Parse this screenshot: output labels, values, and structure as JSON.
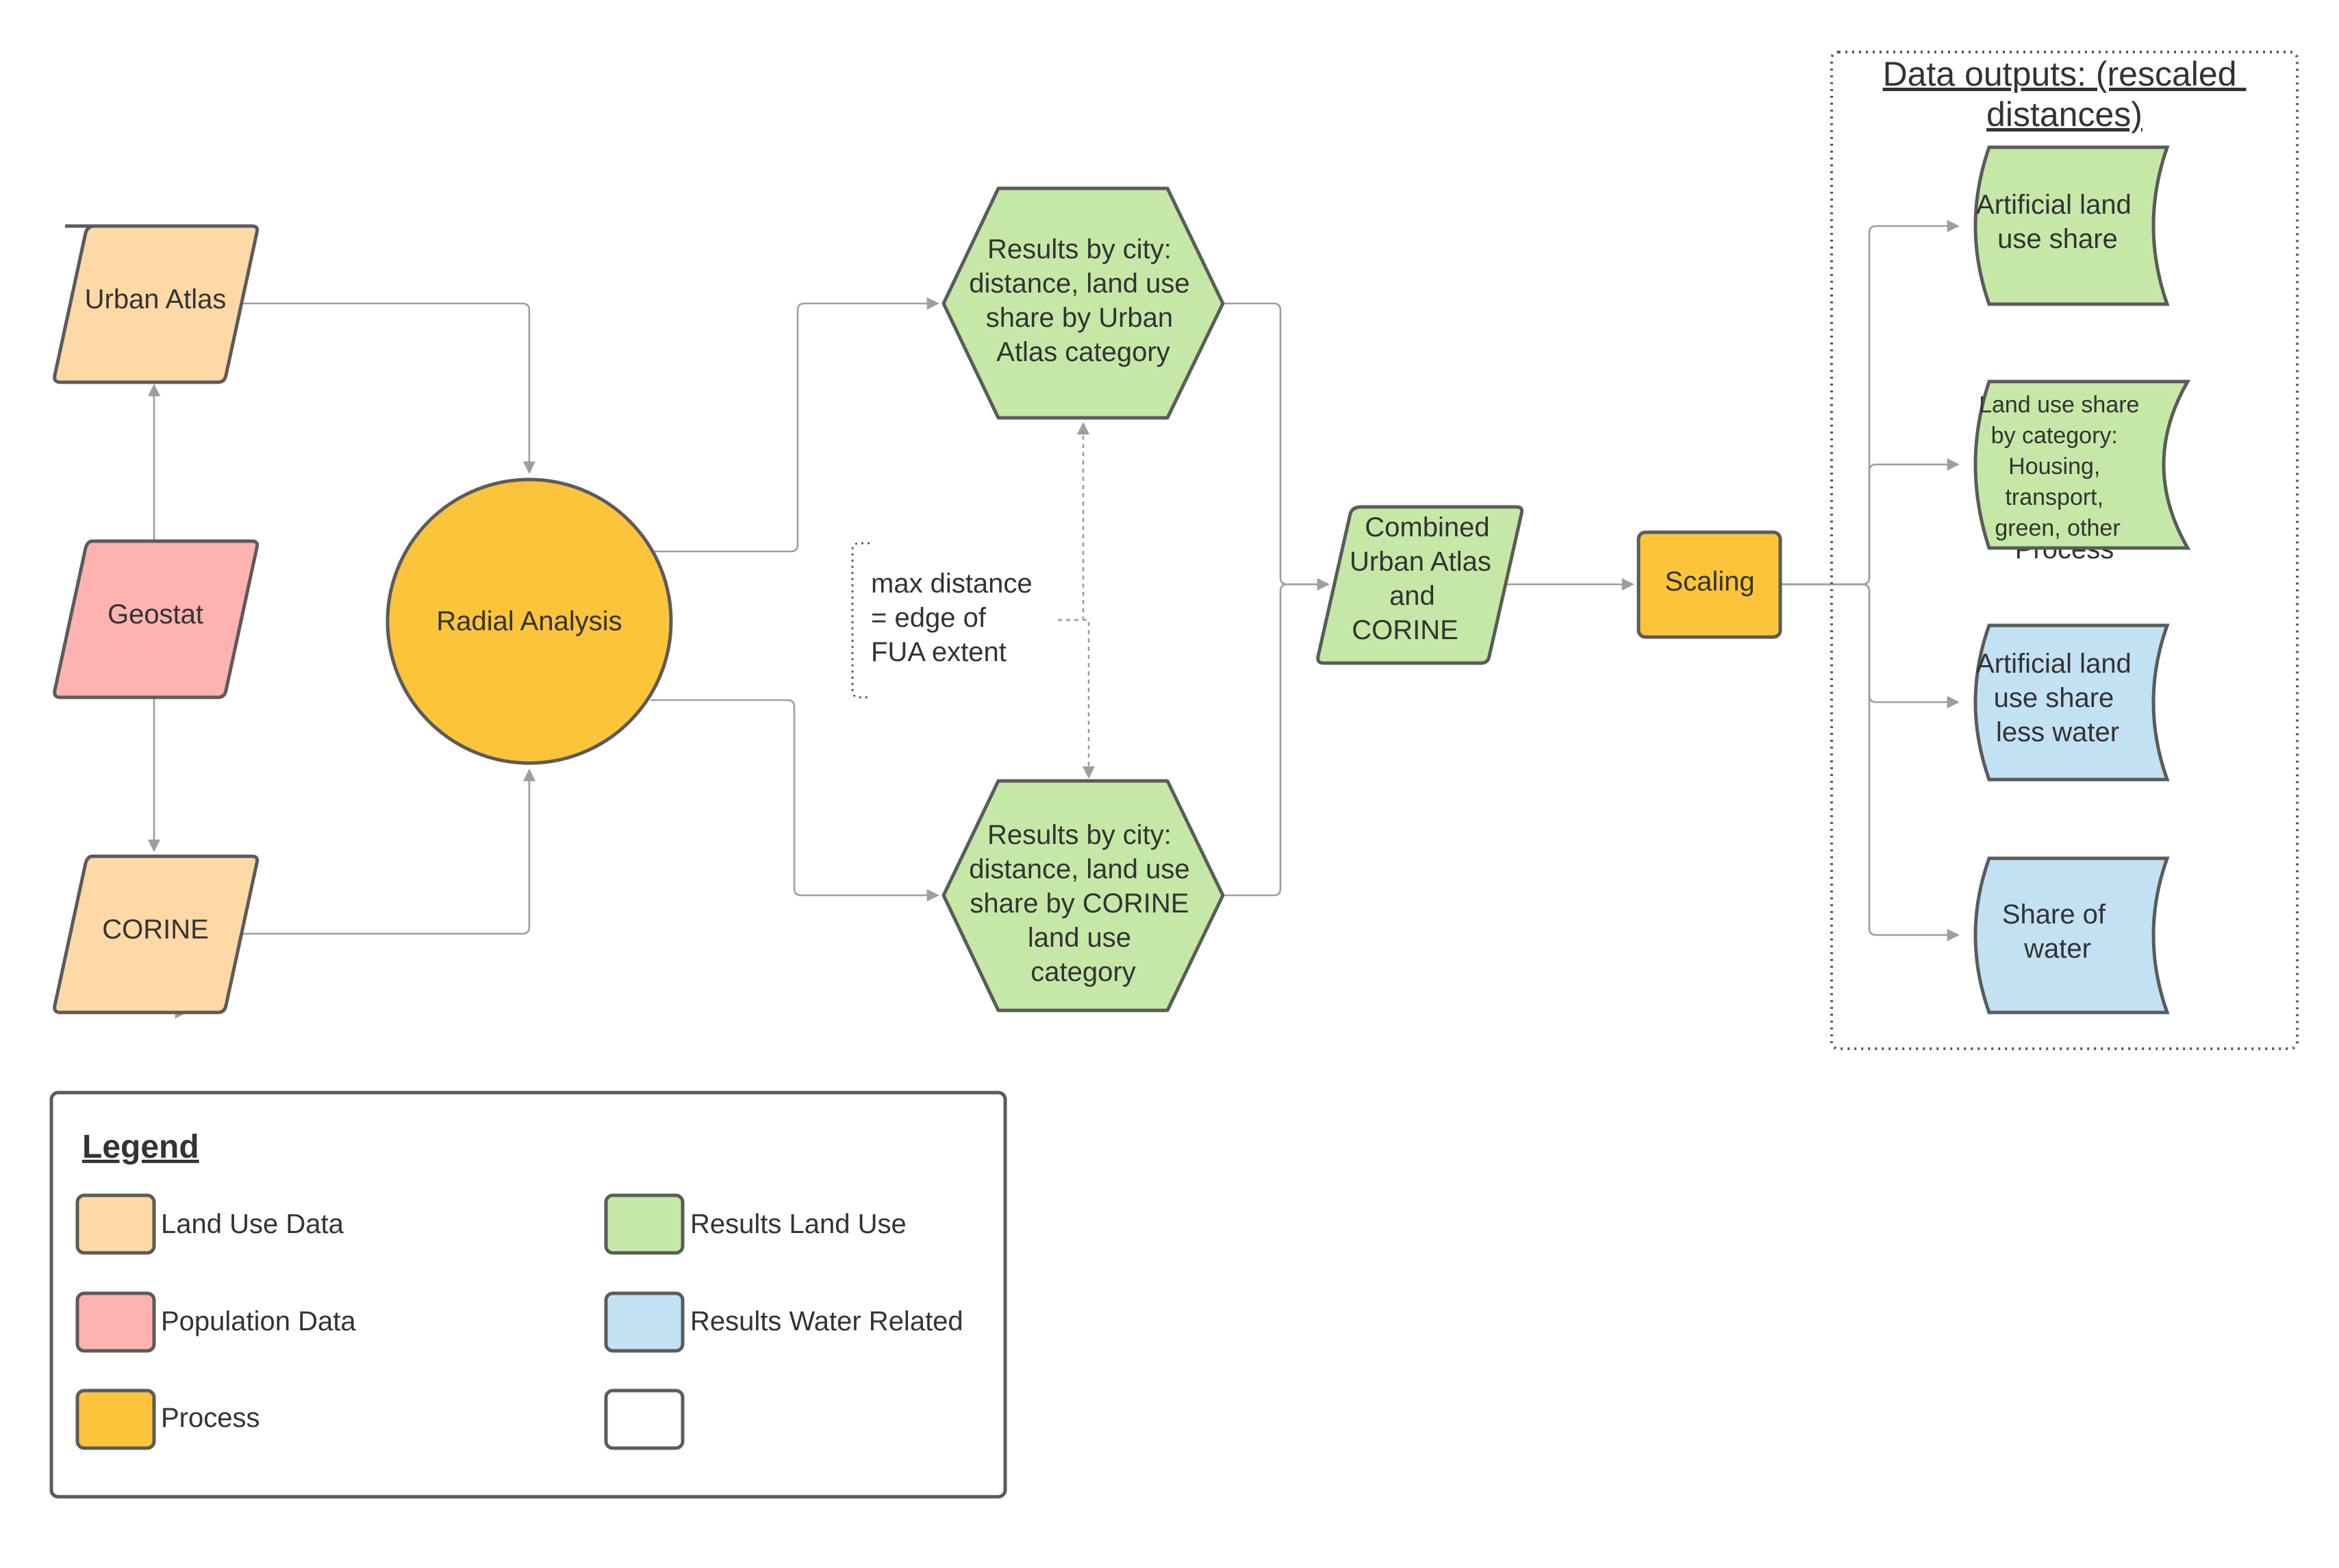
{
  "colors": {
    "land_use": "#fed9a6",
    "population": "#ffb3b0",
    "process": "#fbc43a",
    "results_land_use": "#c5e8a7",
    "results_water": "#c2e2f4",
    "empty": "#ffffff",
    "stroke": "#5b5b5b",
    "edge": "#9e9e9e"
  },
  "nodes": {
    "urban_atlas": {
      "lines": [
        "Urban Atlas"
      ]
    },
    "geostat": {
      "lines": [
        "Geostat"
      ]
    },
    "corine": {
      "lines": [
        "CORINE"
      ]
    },
    "radial": {
      "lines": [
        "Radial Analysis"
      ]
    },
    "results_ua": {
      "lines": [
        "Results by city:",
        "distance, land use",
        "share by Urban",
        "Atlas category"
      ]
    },
    "results_corine": {
      "lines": [
        "Results by city:",
        "distance, land use",
        "share by CORINE",
        "land use",
        "category"
      ]
    },
    "combined": {
      "lines": [
        "Combined",
        "Urban Atlas",
        "and",
        "CORINE"
      ]
    },
    "scaling": {
      "lines": [
        "Scaling"
      ]
    },
    "out_artificial": {
      "lines": [
        "Artificial land",
        "use share"
      ]
    },
    "out_category": {
      "lines": [
        "Land use share",
        "by category:",
        "Housing,",
        "transport,",
        "green, other"
      ],
      "hidden_label": "Process"
    },
    "out_less_water": {
      "lines": [
        "Artificial land",
        "use share",
        "less water"
      ]
    },
    "out_water": {
      "lines": [
        "Share of",
        "water"
      ]
    }
  },
  "annotation": {
    "lines": [
      "max distance",
      "= edge of",
      "FUA extent"
    ]
  },
  "outputs_group": {
    "title_lines": [
      "Data outputs: (rescaled",
      "distances)"
    ]
  },
  "legend": {
    "title": "Legend",
    "items": [
      {
        "label": "Land Use Data",
        "color": "#fed9a6"
      },
      {
        "label": "Population Data",
        "color": "#ffb3b0"
      },
      {
        "label": "Process",
        "color": "#fbc43a"
      },
      {
        "label": "Results Land Use",
        "color": "#c5e8a7"
      },
      {
        "label": "Results Water Related",
        "color": "#c2e2f4"
      },
      {
        "label": "",
        "color": "#ffffff"
      }
    ]
  }
}
